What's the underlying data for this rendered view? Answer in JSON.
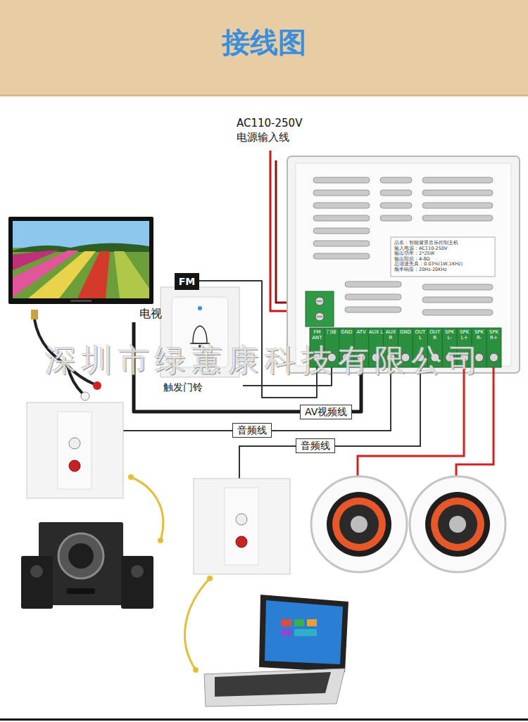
{
  "diagram": {
    "title": "接线图",
    "nodes": [
      {
        "text": [
          "电视"
        ]
      },
      {
        "text": [
          "FM"
        ]
      },
      {
        "text": [
          "触发门铃"
        ]
      },
      {
        "text": [
          "品名：智能背景音乐控制主机",
          "输入电源：AC110-250V",
          "输出功率：2*25W",
          "输出阻抗：4-8Ω",
          "总谐波失真：0.03%(1W,1KHz)",
          "频率响应：20Hz-20KHz"
        ]
      }
    ],
    "edges": [
      {
        "from": 0,
        "to": 3,
        "arrow": "none",
        "label": "AV视频线"
      },
      {
        "from": 1,
        "to": 3,
        "arrow": "none"
      },
      {
        "from": 2,
        "to": 3,
        "arrow": "none"
      }
    ],
    "labels": [
      "AC110-250V",
      "电源输入线",
      "FM ANT",
      "门铃",
      "GND",
      "ATV",
      "AUX L",
      "AUX R",
      "GND",
      "OUT L",
      "OUT R",
      "SPK L-",
      "SPK L+",
      "SPK R-",
      "SPK R+",
      "音频线",
      "音频线",
      "深圳市绿蕙康科技有限公司"
    ]
  }
}
